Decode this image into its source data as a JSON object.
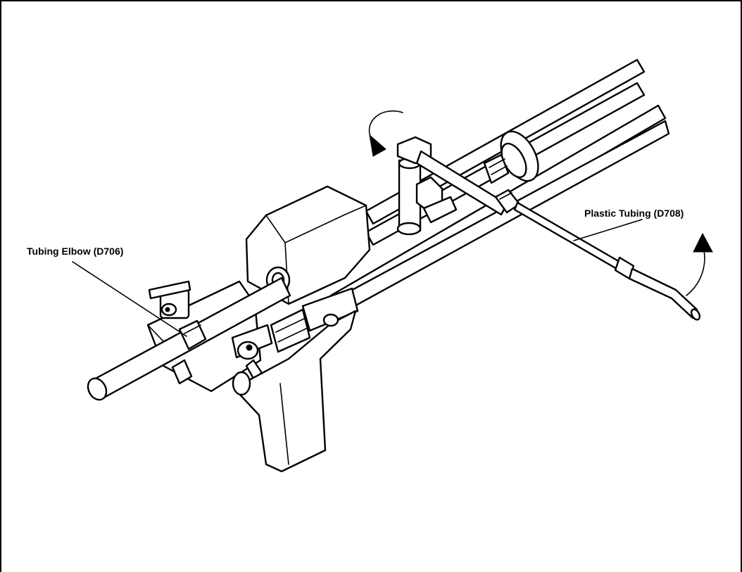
{
  "figure": {
    "callouts": [
      {
        "id": "tubing-elbow",
        "label": "Tubing Elbow (D706)"
      },
      {
        "id": "plastic-tubing",
        "label": "Plastic Tubing (D708)"
      }
    ]
  }
}
